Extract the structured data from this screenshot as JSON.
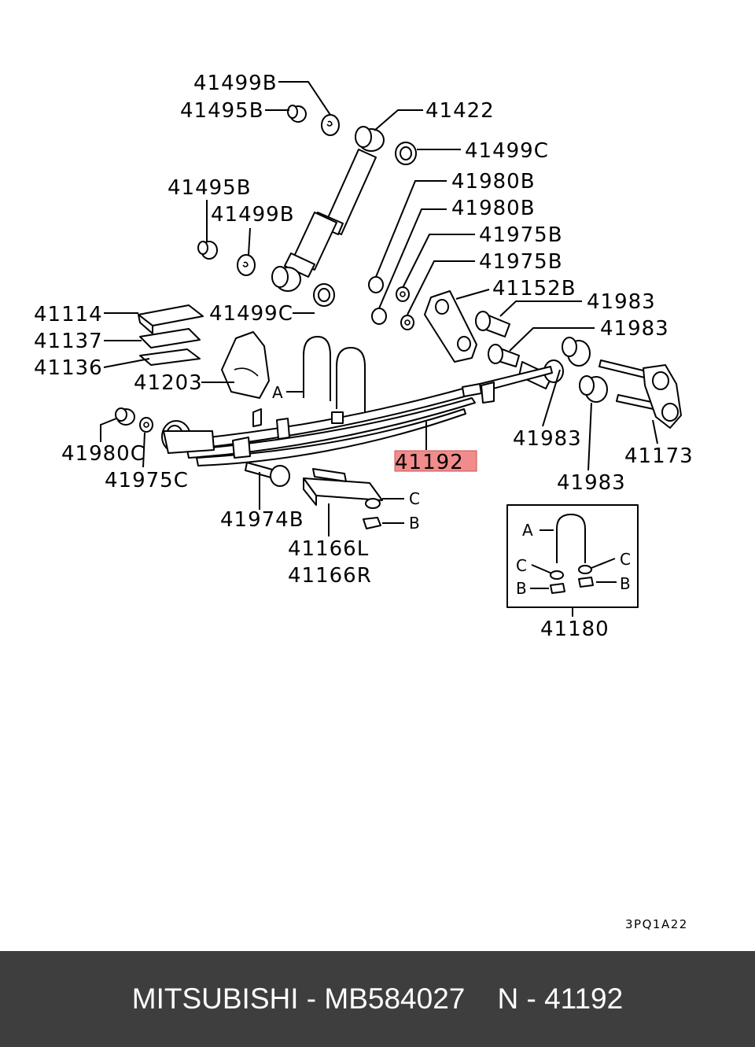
{
  "diagram": {
    "highlight_color": "#f08c8c",
    "labels": {
      "p41499B_top": "41499B",
      "p41495B_top": "41495B",
      "p41422": "41422",
      "p41499C_top": "41499C",
      "p41495B_mid": "41495B",
      "p41499B_mid": "41499B",
      "p41980B_a": "41980B",
      "p41980B_b": "41980B",
      "p41975B_a": "41975B",
      "p41975B_b": "41975B",
      "p41152B": "41152B",
      "p41983_a": "41983",
      "p41983_b": "41983",
      "p41114": "41114",
      "p41499C_mid": "41499C",
      "p41137": "41137",
      "p41136": "41136",
      "p41203": "41203",
      "ref_A_main": "A",
      "p41192": "41192",
      "p41983_c": "41983",
      "p41173": "41173",
      "p41980C": "41980C",
      "p41975C": "41975C",
      "p41983_d": "41983",
      "ref_C_main": "C",
      "ref_B_main": "B",
      "p41974B": "41974B",
      "p41166L": "41166L",
      "p41166R": "41166R",
      "inset_A": "A",
      "inset_C_left": "C",
      "inset_C_right": "C",
      "inset_B_left": "B",
      "inset_B_right": "B",
      "p41180": "41180",
      "diagram_code": "3PQ1A22"
    }
  },
  "footer": {
    "text": "MITSUBISHI - MB584027    N - 41192"
  }
}
